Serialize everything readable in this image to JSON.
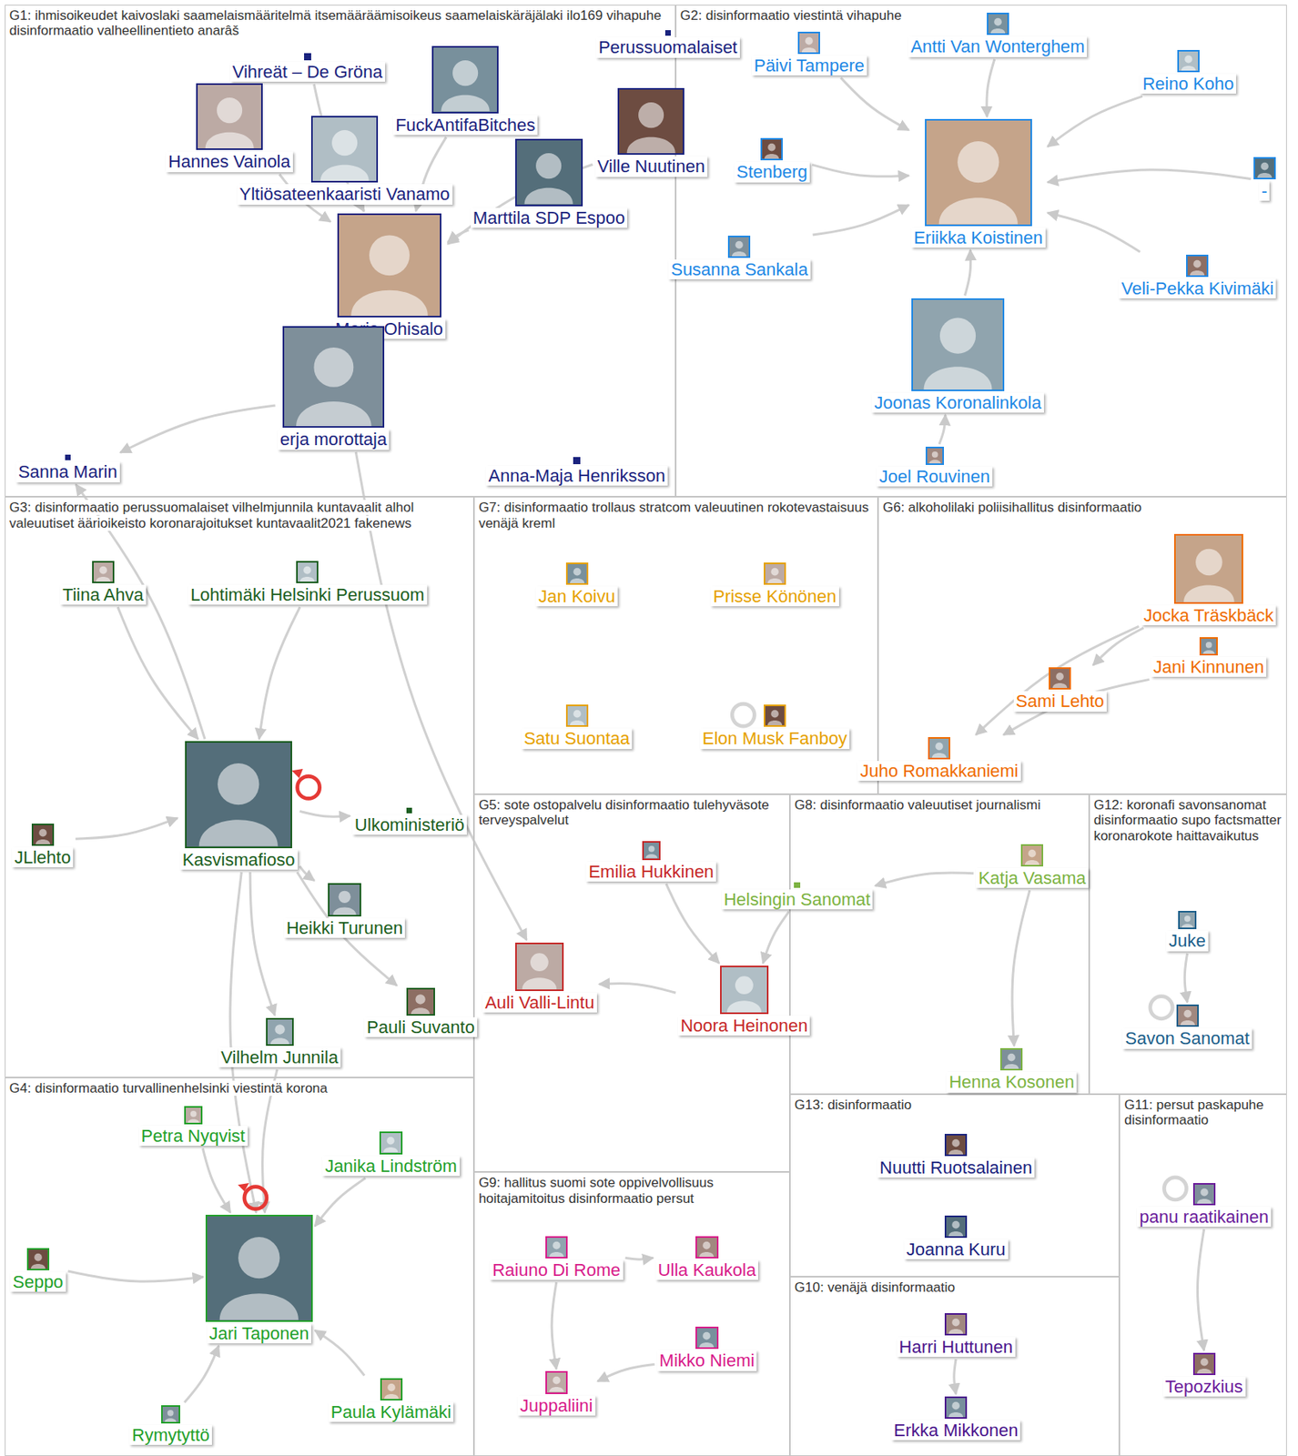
{
  "diagram": {
    "nodes": [
      {
        "text": [
          "G1: ihmisoikeudet kaivoslaki saamelaismääritelmä itsemääräämisoikeus saamelaiskäräjälaki ilo169 vihapuhe disinformaatio valheellinentieto anarâš"
        ]
      },
      {
        "text": [
          "Vihreät – De Gröna"
        ],
        "in": 0
      },
      {
        "text": [
          "Perussuomalaiset"
        ],
        "in": 0
      },
      {
        "text": [
          "FuckAntifaBitches"
        ],
        "in": 0
      },
      {
        "text": [
          "Hannes Vainola"
        ],
        "in": 0
      },
      {
        "text": [
          "Yltiösateenkaaristi Vanamo"
        ],
        "in": 0
      },
      {
        "text": [
          "Ville Nuutinen"
        ],
        "in": 0
      },
      {
        "text": [
          "Marttila SDP Espoo"
        ],
        "in": 0
      },
      {
        "text": [
          "Maria Ohisalo"
        ],
        "in": 0
      },
      {
        "text": [
          "erja morottaja"
        ],
        "in": 0
      },
      {
        "text": [
          "Sanna Marin"
        ],
        "in": 0
      },
      {
        "text": [
          "Anna-Maja Henriksson"
        ],
        "in": 0
      },
      {
        "text": [
          "G2: disinformaatio viestintä vihapuhe"
        ]
      },
      {
        "text": [
          "Antti Van Wonterghem"
        ],
        "in": 12
      },
      {
        "text": [
          "Päivi Tampere"
        ],
        "in": 12
      },
      {
        "text": [
          "Reino Koho"
        ],
        "in": 12
      },
      {
        "text": [
          "Stenberg"
        ],
        "in": 12
      },
      {
        "text": [
          "-"
        ],
        "in": 12
      },
      {
        "text": [
          "Eriikka Koistinen"
        ],
        "in": 12
      },
      {
        "text": [
          "Susanna Sankala"
        ],
        "in": 12
      },
      {
        "text": [
          "Veli-Pekka Kivimäki"
        ],
        "in": 12
      },
      {
        "text": [
          "Joonas Koronalinkola"
        ],
        "in": 12
      },
      {
        "text": [
          "Joel Rouvinen"
        ],
        "in": 12
      },
      {
        "text": [
          "G3: disinformaatio perussuomalaiset vilhelmjunnila kuntavaalit alhol valeuutiset äärioikeisto koronarajoitukset kuntavaalit2021 fakenews"
        ]
      },
      {
        "text": [
          "Tiina Ahva"
        ],
        "in": 23
      },
      {
        "text": [
          "Lohtimäki Helsinki Perussuom"
        ],
        "in": 23
      },
      {
        "text": [
          "JLlehto"
        ],
        "in": 23
      },
      {
        "text": [
          "Kasvismafioso"
        ],
        "in": 23
      },
      {
        "text": [
          "Ulkoministeriö"
        ],
        "in": 23
      },
      {
        "text": [
          "Heikki Turunen"
        ],
        "in": 23
      },
      {
        "text": [
          "Pauli Suvanto"
        ],
        "in": 23
      },
      {
        "text": [
          "Vilhelm Junnila"
        ],
        "in": 23
      },
      {
        "text": [
          "G7: disinformaatio trollaus stratcom valeuutinen rokotevastaisuus venäjä kreml"
        ]
      },
      {
        "text": [
          "Jan Koivu"
        ],
        "in": 32
      },
      {
        "text": [
          "Prisse Könönen"
        ],
        "in": 32
      },
      {
        "text": [
          "Satu Suontaa"
        ],
        "in": 32
      },
      {
        "text": [
          "Elon Musk Fanboy"
        ],
        "in": 32
      },
      {
        "text": [
          "G6: alkoholilaki poliisihallitus disinformaatio"
        ]
      },
      {
        "text": [
          "Jocka Träskbäck"
        ],
        "in": 37
      },
      {
        "text": [
          "Jani Kinnunen"
        ],
        "in": 37
      },
      {
        "text": [
          "Sami Lehto"
        ],
        "in": 37
      },
      {
        "text": [
          "Juho Romakkaniemi"
        ],
        "in": 37
      },
      {
        "text": [
          "G5: sote ostopalvelu disinformaatio tulehyväsote terveyspalvelut"
        ]
      },
      {
        "text": [
          "Emilia Hukkinen"
        ],
        "in": 42
      },
      {
        "text": [
          "Auli Valli-Lintu"
        ],
        "in": 42
      },
      {
        "text": [
          "Noora Heinonen"
        ],
        "in": 42
      },
      {
        "text": [
          "G8: disinformaatio valeuutiset journalismi"
        ]
      },
      {
        "text": [
          "Helsingin Sanomat"
        ],
        "in": 46
      },
      {
        "text": [
          "Katja Vasama"
        ],
        "in": 46
      },
      {
        "text": [
          "Henna Kosonen"
        ],
        "in": 46
      },
      {
        "text": [
          "G12: koronafi savonsanomat disinformaatio supo factsmatter koronarokote haittavaikutus"
        ]
      },
      {
        "text": [
          "Juke"
        ],
        "in": 50
      },
      {
        "text": [
          "Savon Sanomat"
        ],
        "in": 50
      },
      {
        "text": [
          "G4: disinformaatio turvallinenhelsinki viestintä korona"
        ]
      },
      {
        "text": [
          "Petra Nyqvist"
        ],
        "in": 53
      },
      {
        "text": [
          "Janika Lindström"
        ],
        "in": 53
      },
      {
        "text": [
          "Seppo"
        ],
        "in": 53
      },
      {
        "text": [
          "Jari Taponen"
        ],
        "in": 53
      },
      {
        "text": [
          "Paula Kylämäki"
        ],
        "in": 53
      },
      {
        "text": [
          "Rymytyttö"
        ],
        "in": 53
      },
      {
        "text": [
          "G9: hallitus suomi sote oppivelvollisuus hoitajamitoitus disinformaatio persut"
        ]
      },
      {
        "text": [
          "Raiuno Di Rome"
        ],
        "in": 60
      },
      {
        "text": [
          "Ulla Kaukola"
        ],
        "in": 60
      },
      {
        "text": [
          "Mikko Niemi"
        ],
        "in": 60
      },
      {
        "text": [
          "Juppaliini"
        ],
        "in": 60
      },
      {
        "text": [
          "G13: disinformaatio"
        ]
      },
      {
        "text": [
          "Nuutti Ruotsalainen"
        ],
        "in": 65
      },
      {
        "text": [
          "Joanna Kuru"
        ],
        "in": 65
      },
      {
        "text": [
          "G11: persut paskapuhe disinformaatio"
        ]
      },
      {
        "text": [
          "panu raatikainen"
        ],
        "in": 68
      },
      {
        "text": [
          "Tepozkius"
        ],
        "in": 68
      },
      {
        "text": [
          "G10: venäjä disinformaatio"
        ]
      },
      {
        "text": [
          "Harri Huttunen"
        ],
        "in": 71
      },
      {
        "text": [
          "Erkka Mikkonen"
        ],
        "in": 71
      }
    ],
    "edges": [
      {
        "from": 4,
        "to": 8,
        "arrow": "to"
      },
      {
        "from": 3,
        "to": 8,
        "arrow": "to"
      },
      {
        "from": 6,
        "to": 8,
        "arrow": "to"
      },
      {
        "from": 7,
        "to": 8,
        "arrow": "to"
      },
      {
        "from": 1,
        "to": 8,
        "arrow": "to"
      },
      {
        "from": 5,
        "to": 8,
        "arrow": "to"
      },
      {
        "from": 9,
        "to": 10,
        "arrow": "to"
      },
      {
        "from": 14,
        "to": 18,
        "arrow": "to"
      },
      {
        "from": 13,
        "to": 18,
        "arrow": "to"
      },
      {
        "from": 15,
        "to": 18,
        "arrow": "to"
      },
      {
        "from": 16,
        "to": 18,
        "arrow": "to"
      },
      {
        "from": 17,
        "to": 18,
        "arrow": "to"
      },
      {
        "from": 19,
        "to": 18,
        "arrow": "to"
      },
      {
        "from": 20,
        "to": 18,
        "arrow": "to"
      },
      {
        "from": 21,
        "to": 18,
        "arrow": "to"
      },
      {
        "from": 22,
        "to": 21,
        "arrow": "to"
      },
      {
        "from": 26,
        "to": 27,
        "arrow": "to"
      },
      {
        "from": 24,
        "to": 27,
        "arrow": "to"
      },
      {
        "from": 25,
        "to": 27,
        "arrow": "to"
      },
      {
        "from": 27,
        "to": 29,
        "arrow": "to"
      },
      {
        "from": 27,
        "to": 28,
        "arrow": "to"
      },
      {
        "from": 27,
        "to": 30,
        "arrow": "to"
      },
      {
        "from": 27,
        "to": 31,
        "arrow": "to"
      },
      {
        "from": 27,
        "to": 10,
        "arrow": "to"
      },
      {
        "from": 27,
        "to": 57,
        "arrow": "to"
      },
      {
        "from": 31,
        "to": 57,
        "arrow": "to"
      },
      {
        "from": 9,
        "to": 44,
        "arrow": "to"
      },
      {
        "from": 54,
        "to": 57,
        "arrow": "to"
      },
      {
        "from": 56,
        "to": 57,
        "arrow": "to"
      },
      {
        "from": 55,
        "to": 57,
        "arrow": "to"
      },
      {
        "from": 58,
        "to": 57,
        "arrow": "to"
      },
      {
        "from": 59,
        "to": 57,
        "arrow": "to"
      },
      {
        "from": 43,
        "to": 45,
        "arrow": "to"
      },
      {
        "from": 47,
        "to": 45,
        "arrow": "to"
      },
      {
        "from": 45,
        "to": 44,
        "arrow": "to"
      },
      {
        "from": 48,
        "to": 47,
        "arrow": "to"
      },
      {
        "from": 48,
        "to": 49,
        "arrow": "to"
      },
      {
        "from": 38,
        "to": 40,
        "arrow": "to"
      },
      {
        "from": 38,
        "to": 41,
        "arrow": "to"
      },
      {
        "from": 39,
        "to": 41,
        "arrow": "to"
      },
      {
        "from": 51,
        "to": 52,
        "arrow": "to"
      },
      {
        "from": 61,
        "to": 62,
        "arrow": "to"
      },
      {
        "from": 61,
        "to": 64,
        "arrow": "to"
      },
      {
        "from": 63,
        "to": 64,
        "arrow": "to"
      },
      {
        "from": 72,
        "to": 73,
        "arrow": "to"
      },
      {
        "from": 69,
        "to": 70,
        "arrow": "to"
      }
    ]
  }
}
